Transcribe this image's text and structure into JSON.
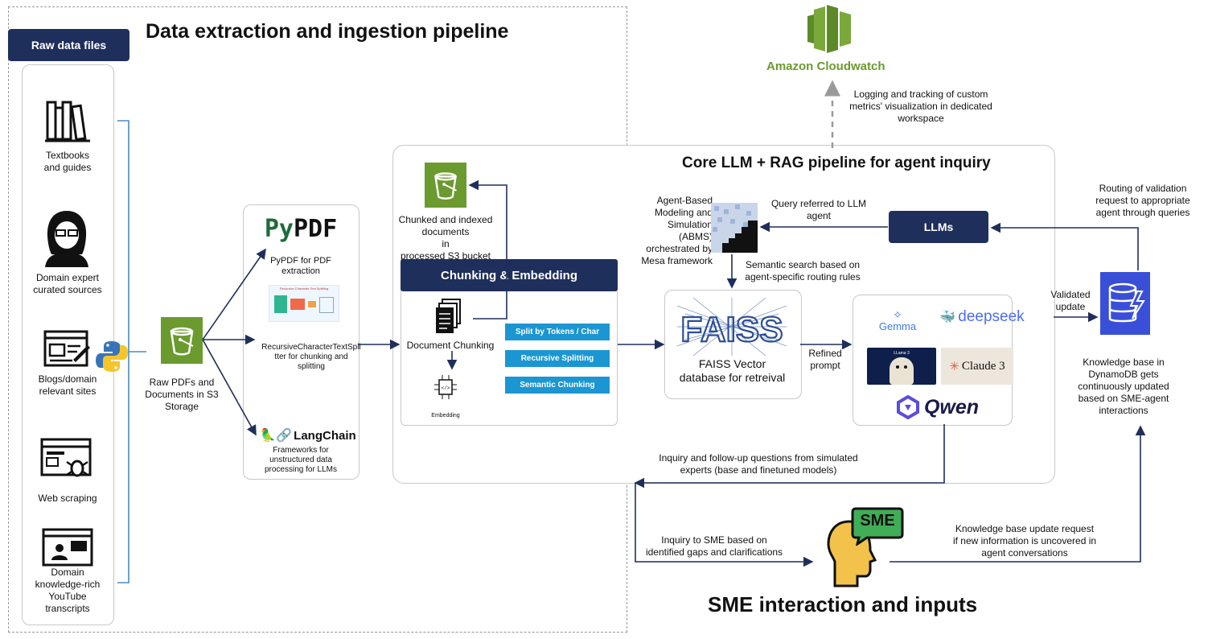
{
  "pipeline": {
    "title": "Data extraction and ingestion pipeline",
    "raw_files_label": "Raw data files",
    "sources": [
      {
        "label": "Textbooks\nand guides",
        "icon": "books-icon"
      },
      {
        "label": "Domain expert\ncurated sources",
        "icon": "expert-icon"
      },
      {
        "label": "Blogs/domain\nrelevant sites",
        "icon": "blog-icon"
      },
      {
        "label": "Web scraping",
        "icon": "web-scraping-icon"
      },
      {
        "label": "Domain\nknowledge-rich\nYouTube\ntranscripts",
        "icon": "video-icon"
      }
    ],
    "s3_storage_label": "Raw PDFs and\nDocuments in S3\nStorage",
    "pypdf_logo": "PyPDF",
    "pypdf_caption": "PyPDF for PDF\nextraction",
    "recursive_thumb_text": "Recursive Character Text Splitting",
    "recursive_caption": "RecursiveCharacterTextSpli\ntter for chunking and\nsplitting",
    "langchain_logo": "LangChain",
    "langchain_caption": "Frameworks for\nunstructured data\nprocessing for LLMs"
  },
  "chunking": {
    "processed_bucket_label": "Chunked and indexed\ndocuments\nin\nprocessed S3 bucket",
    "header": "Chunking & Embedding",
    "doc_chunking_label": "Document Chunking",
    "embedding_label": "Embedding",
    "methods": [
      "Split by Tokens / Char",
      "Recursive Splitting",
      "Semantic Chunking"
    ]
  },
  "core": {
    "title": "Core LLM + RAG pipeline for agent inquiry",
    "abms_label": "Agent-Based\nModeling and\nSimulation\n(ABMS)\norchestrated by\nMesa framework",
    "query_label": "Query referred to LLM\nagent",
    "llms_label": "LLMs",
    "semantic_label": "Semantic search based on\nagent-specific routing rules",
    "faiss_logo": "FAISS",
    "faiss_label": "FAISS Vector\ndatabase for retreival",
    "refined_label": "Refined\nprompt",
    "models": {
      "gemma": "Gemma",
      "deepseek": "deepseek",
      "llama": "LLama 3",
      "claude": "Claude 3",
      "qwen": "Qwen"
    }
  },
  "cloudwatch": {
    "label": "Amazon Cloudwatch",
    "note": "Logging and tracking of custom\nmetrics' visualization in dedicated\nworkspace"
  },
  "dynamo": {
    "routing_label": "Routing of validation\nrequest to appropriate\nagent through queries",
    "validated_label": "Validated\nupdate",
    "kb_label": "Knowledge base in\nDynamoDB gets\ncontinuously updated\nbased on SME-agent\ninteractions"
  },
  "sme": {
    "inquiry_followup": "Inquiry and follow-up questions from simulated\nexperts (base and finetuned models)",
    "inquiry_to_sme": "Inquiry to SME based on\nidentified gaps and clarifications",
    "badge": "SME",
    "kb_update_request": "Knowledge base update request\nif new information is uncovered in\nagent conversations",
    "title": "SME interaction and inputs"
  },
  "colors": {
    "navy": "#1f2f5c",
    "cyan": "#1b96d2",
    "aws_green": "#6b9a2e",
    "cloudwatch_green": "#7aa83a",
    "dynamo_blue": "#3a4fd8",
    "arrow": "#1f2f5c"
  }
}
